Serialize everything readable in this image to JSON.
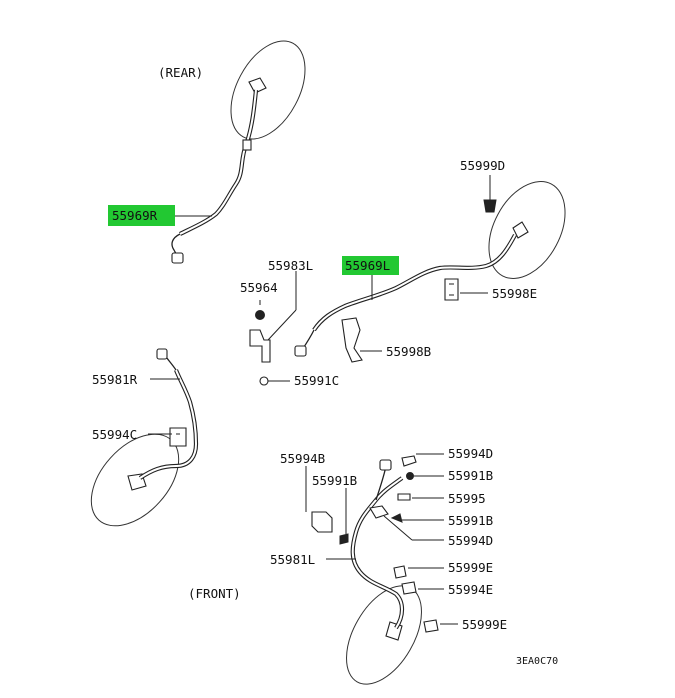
{
  "diagram": {
    "highlight_color": "#22c832",
    "position_labels": {
      "rear": "(REAR)",
      "front": "(FRONT)"
    },
    "parts": {
      "rear_right_harness": "55969R",
      "rear_left_harness": "55969L",
      "part_55999D_top": "55999D",
      "part_55983L": "55983L",
      "part_55964": "55964",
      "part_55998E": "55998E",
      "part_55998B": "55998B",
      "part_55991C": "55991C",
      "part_55981R": "55981R",
      "part_55994C": "55994C",
      "part_55994B": "55994B",
      "part_55991B_left": "55991B",
      "part_55981L": "55981L",
      "part_55994D_upper": "55994D",
      "part_55991B_upper": "55991B",
      "part_55995": "55995",
      "part_55991B_lower": "55991B",
      "part_55994D_lower": "55994D",
      "part_55999E_upper": "55999E",
      "part_55994E": "55994E",
      "part_55999E_lower": "55999E"
    },
    "drawing_code": "3EA0C70"
  }
}
